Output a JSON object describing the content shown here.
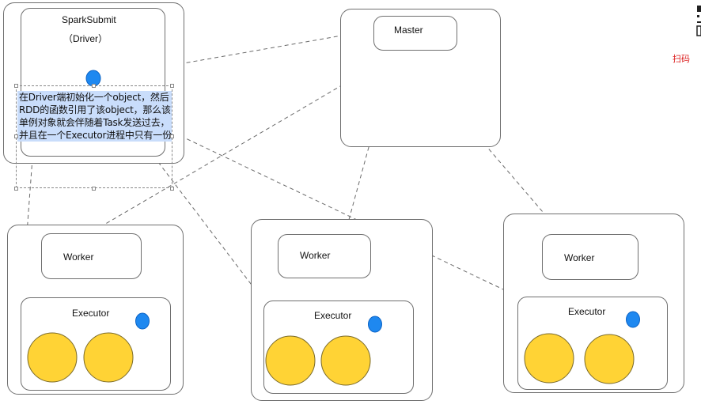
{
  "driver": {
    "title": "SparkSubmit",
    "subtitle": "（Driver）"
  },
  "master": {
    "label": "Master"
  },
  "workers": [
    {
      "worker_label": "Worker",
      "executor_label": "Executor"
    },
    {
      "worker_label": "Worker",
      "executor_label": "Executor"
    },
    {
      "worker_label": "Worker",
      "executor_label": "Executor"
    }
  ],
  "annotation": {
    "lines": [
      "在Driver端初始化一个object，然后",
      "RDD的函数引用了该object，那么该",
      "单例对象就会伴随着Task发送过去，",
      "并且在一个Executor进程中只有一份"
    ]
  },
  "edge_text": "扫码"
}
